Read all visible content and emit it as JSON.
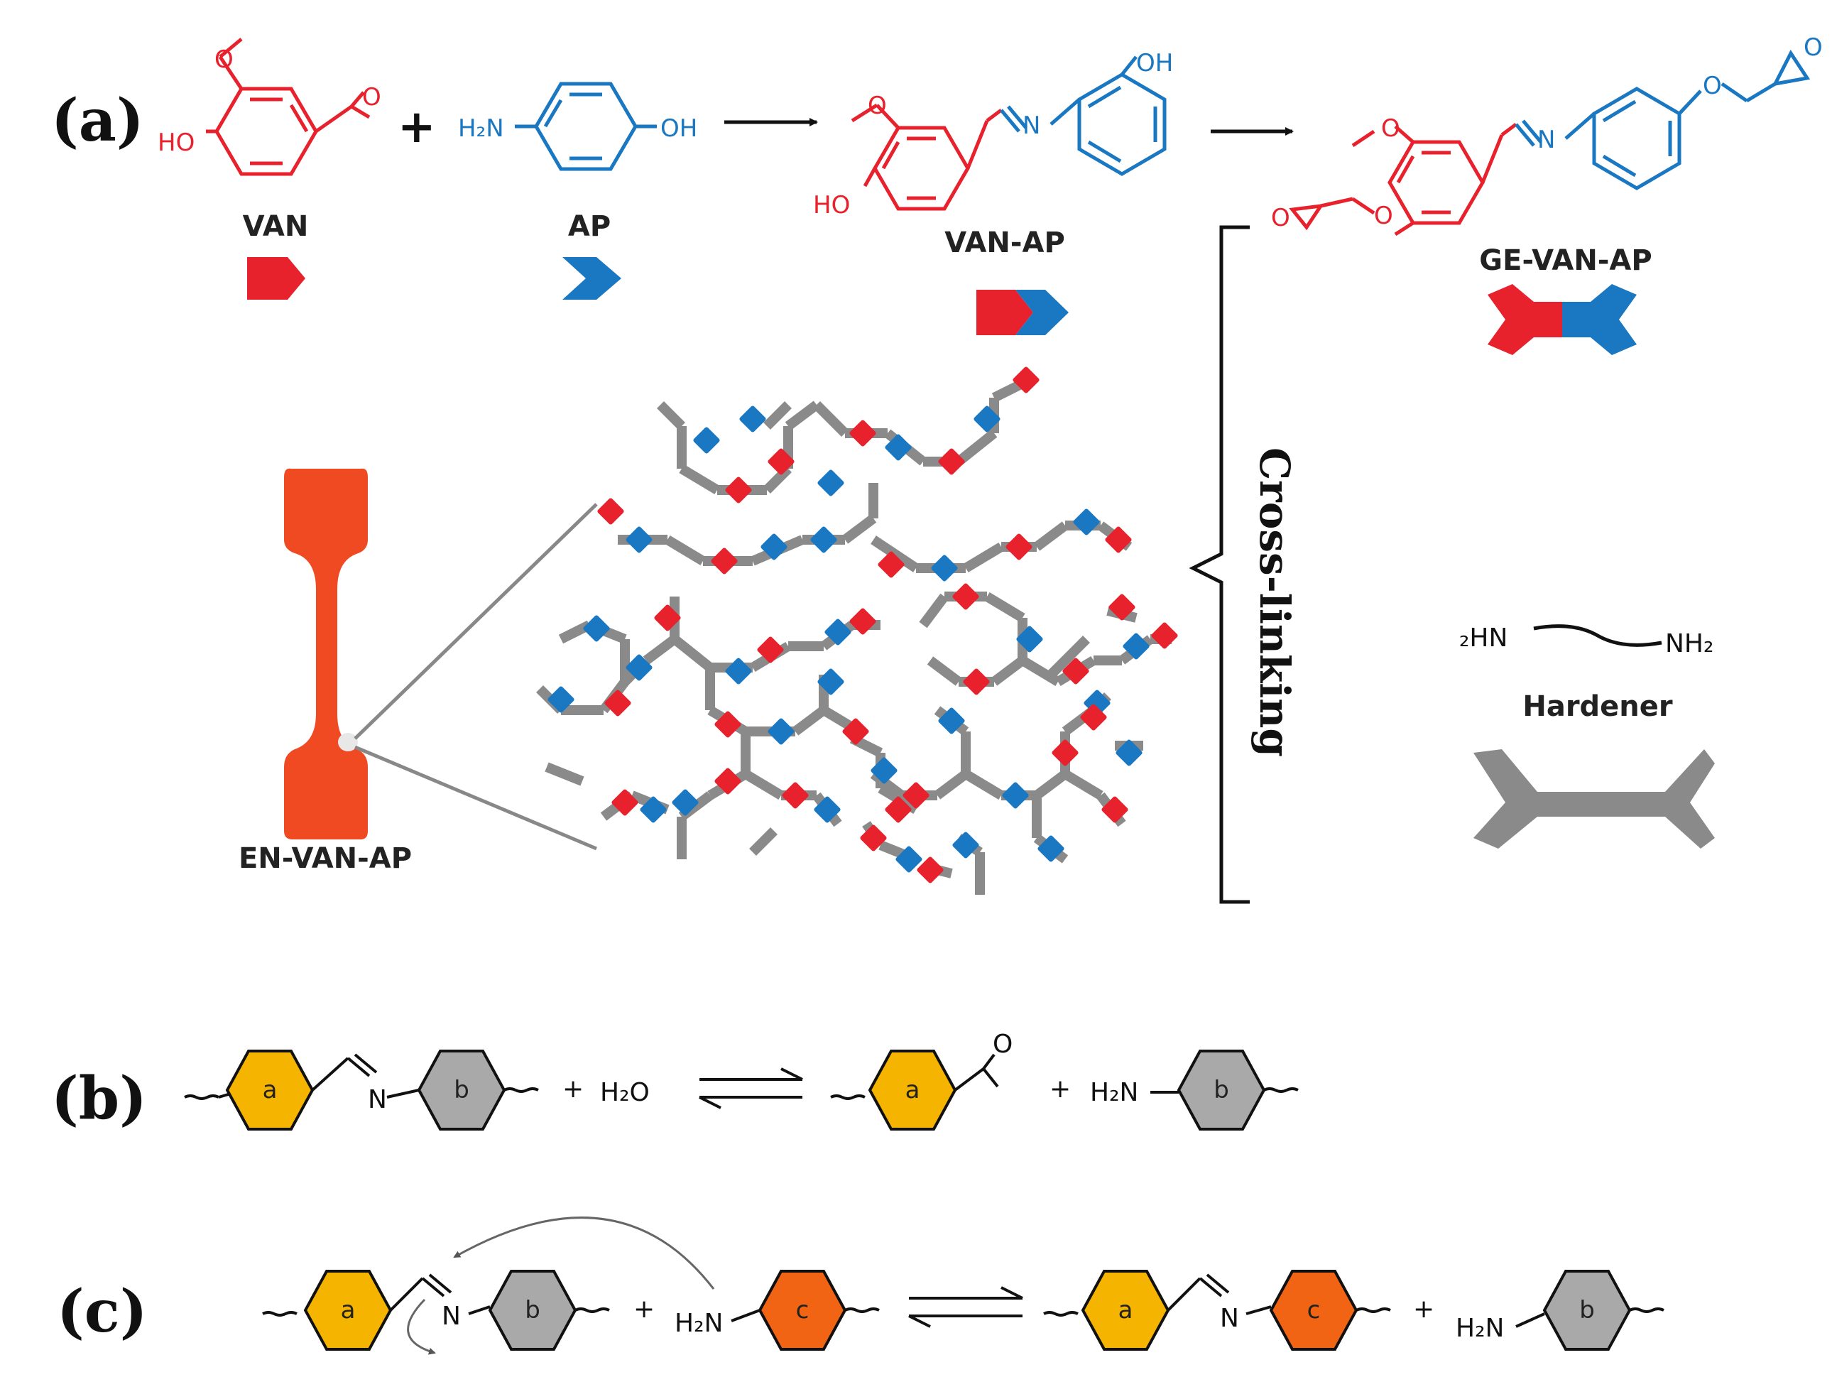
{
  "panels": {
    "a": "(a)",
    "b": "(b)",
    "c": "(c)"
  },
  "compounds": {
    "van": "VAN",
    "ap": "AP",
    "van_ap": "VAN-AP",
    "ge_van_ap": "GE-VAN-AP",
    "en_van_ap": "EN-VAN-AP",
    "hardener": "Hardener"
  },
  "cross_linking": "Cross-linking",
  "atoms": {
    "ho": "HO",
    "oh": "OH",
    "o": "O",
    "n": "N",
    "h2n": "H₂N",
    "h2n_hardener_left": "₂HN",
    "nh2_hardener_right": "NH₂",
    "h2o": "H₂O",
    "plus": "+"
  },
  "ring_labels": {
    "a": "a",
    "b": "b",
    "c": "c"
  },
  "colors": {
    "van_red": "#e8222d",
    "ap_blue": "#1a78c2",
    "hardener_gray": "#8a8a8a",
    "ring_a_yellow": "#f5b400",
    "ring_b_gray": "#a9a9a9",
    "ring_c_orange": "#f06414",
    "specimen_orange": "#ef4a22"
  }
}
